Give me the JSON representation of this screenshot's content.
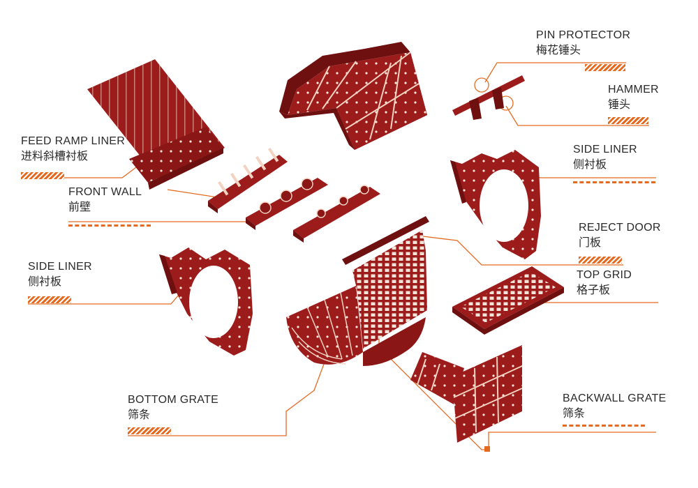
{
  "colors": {
    "part": "#9c1b1b",
    "part_dark": "#6e1010",
    "edge": "#f2d3c2",
    "hole": "#f4e3d8",
    "leader": "#e46a22"
  },
  "labels": {
    "feed_ramp_liner": {
      "en": "FEED RAMP LINER",
      "cn": "进料斜槽衬板"
    },
    "front_wall": {
      "en": "FRONT WALL",
      "cn": "前壁"
    },
    "side_liner_left": {
      "en": "SIDE LINER",
      "cn": "侧衬板"
    },
    "bottom_grate": {
      "en": "BOTTOM GRATE",
      "cn": "筛条"
    },
    "pin_protector": {
      "en": "PIN PROTECTOR",
      "cn": "梅花锤头"
    },
    "hammer": {
      "en": "HAMMER",
      "cn": "锤头"
    },
    "side_liner_right": {
      "en": "SIDE LINER",
      "cn": "侧衬板"
    },
    "reject_door": {
      "en": "REJECT DOOR",
      "cn": "门板"
    },
    "top_grid": {
      "en": "TOP GRID",
      "cn": "格子板"
    },
    "backwall_grate": {
      "en": "BACKWALL GRATE",
      "cn": "筛条"
    }
  }
}
